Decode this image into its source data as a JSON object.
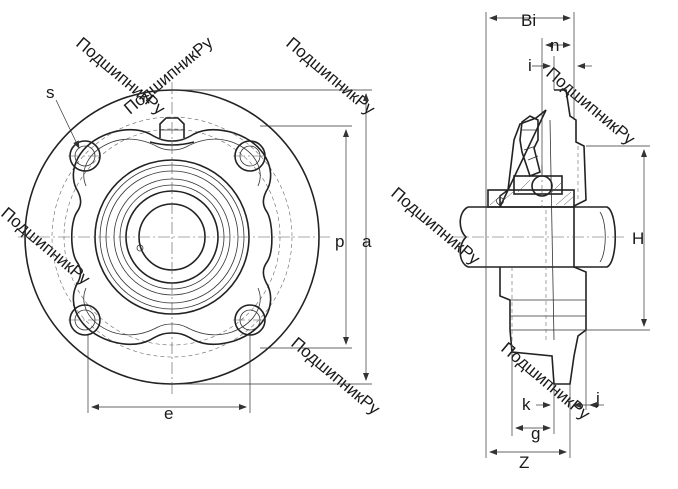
{
  "front_view": {
    "labels": {
      "s": "s",
      "p": "p",
      "a": "a",
      "e": "e"
    }
  },
  "side_view": {
    "labels": {
      "Bi": "Bi",
      "n": "n",
      "i": "i",
      "H": "H",
      "k": "k",
      "j": "j",
      "g": "g",
      "Z": "Z"
    }
  },
  "watermark": {
    "text": "ПодшипникРу",
    "color": "#d2d2d2"
  },
  "colors": {
    "line": "#222222",
    "background": "#ffffff"
  }
}
